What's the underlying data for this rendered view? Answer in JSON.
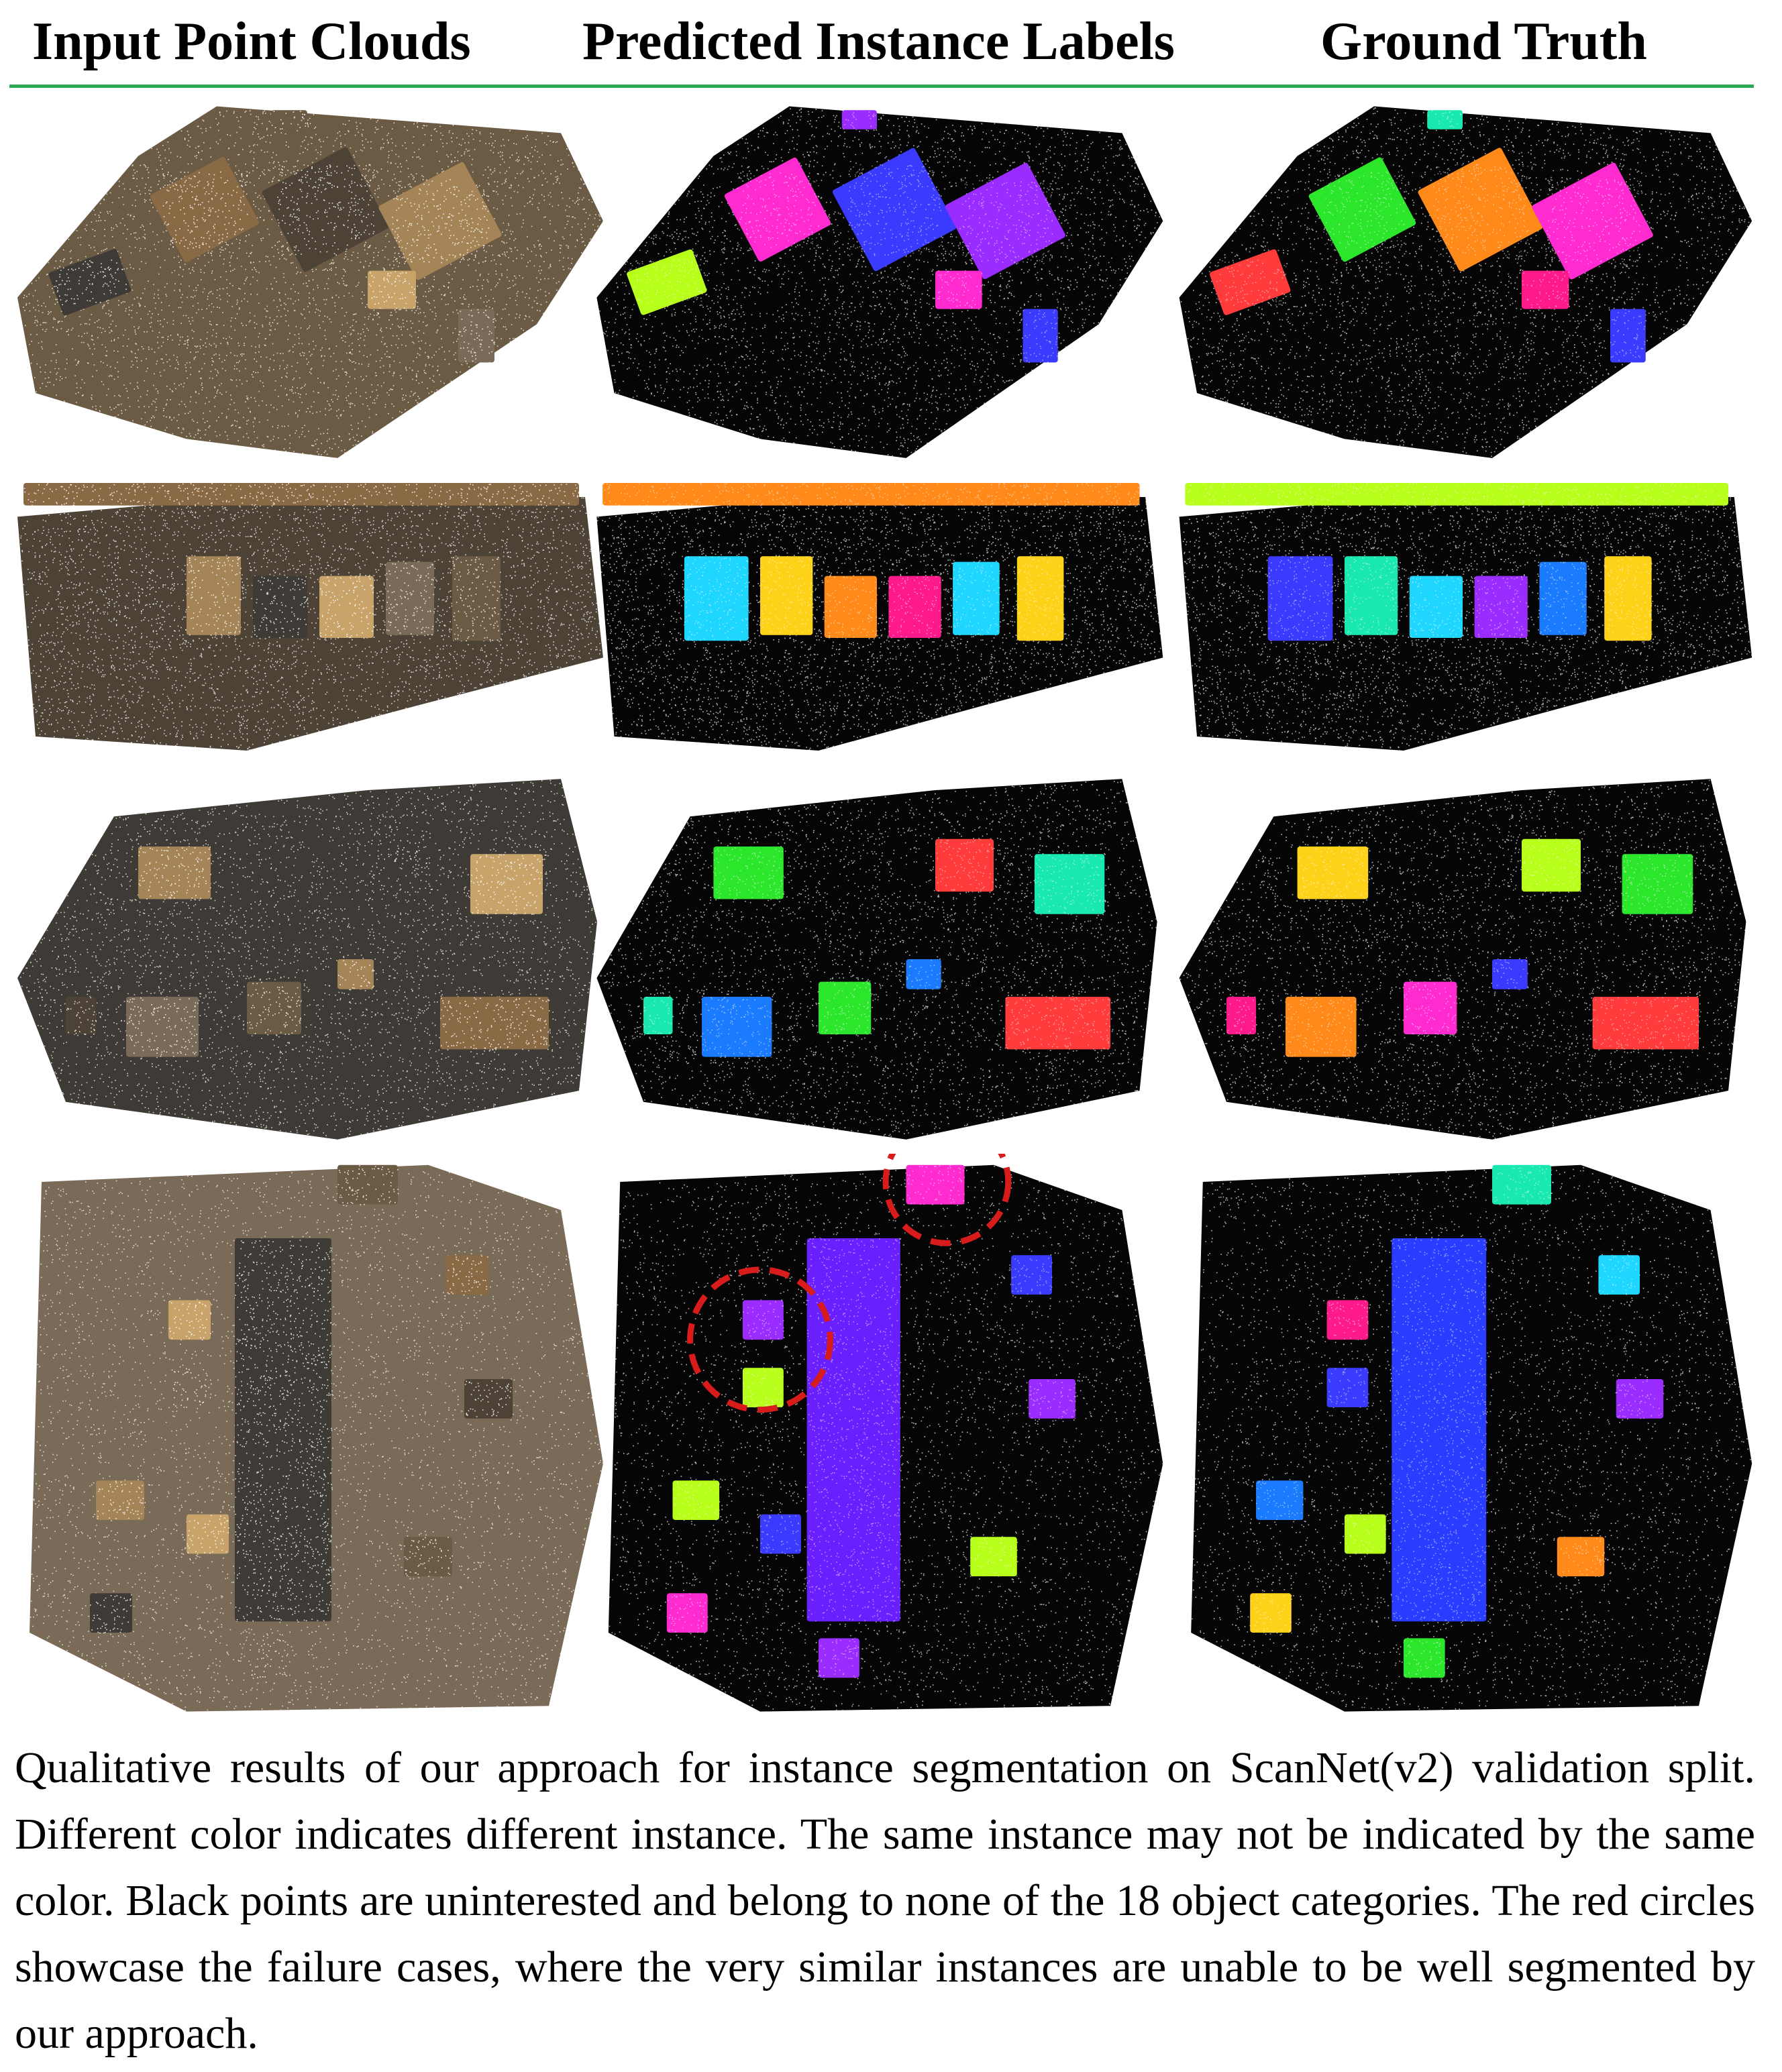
{
  "columns": [
    "Input Point Clouds",
    "Predicted Instance Labels",
    "Ground Truth"
  ],
  "rule_color": "#2eaa55",
  "failure_marker": {
    "shape": "dashed-circle",
    "color": "#d81b1b",
    "count": 2
  },
  "panels": [
    {
      "row": 1,
      "col": "input"
    },
    {
      "row": 1,
      "col": "predicted"
    },
    {
      "row": 1,
      "col": "ground-truth"
    },
    {
      "row": 2,
      "col": "input"
    },
    {
      "row": 2,
      "col": "predicted"
    },
    {
      "row": 2,
      "col": "ground-truth"
    },
    {
      "row": 3,
      "col": "input"
    },
    {
      "row": 3,
      "col": "predicted"
    },
    {
      "row": 3,
      "col": "ground-truth"
    },
    {
      "row": 4,
      "col": "input"
    },
    {
      "row": 4,
      "col": "predicted"
    },
    {
      "row": 4,
      "col": "ground-truth"
    }
  ],
  "caption": "Qualitative results of our approach for instance segmentation on ScanNet(v2) validation split. Different color indicates different instance. The same instance may not be indicated by the same color. Black points are uninterested and belong to none of the 18 object categories. The red circles showcase the failure cases, where the very similar instances are unable to be well segmented by our approach."
}
